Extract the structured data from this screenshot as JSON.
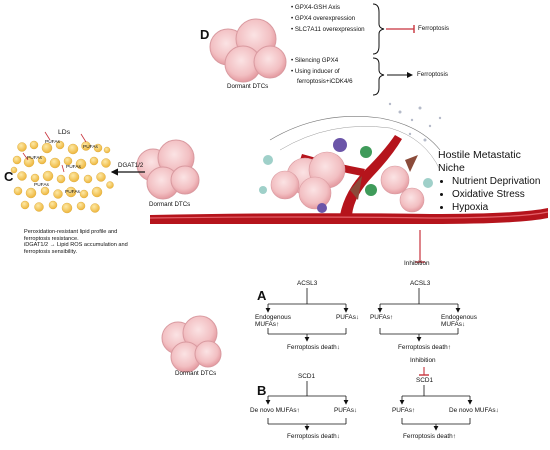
{
  "panels": {
    "a": "A",
    "b": "B",
    "c": "C",
    "d": "D"
  },
  "dormant_dtcs": "Dormant DTCs",
  "panel_d": {
    "top_items": [
      "GPX4-GSH Axis",
      "GPX4 overexpression",
      "SLC7A11 overexpression"
    ],
    "top_outcome": "Ferroptosis",
    "bottom_items": [
      "Silencing GPX4",
      "Using inducer of",
      "ferroptosis+iCDK4/6"
    ],
    "bottom_outcome": "Ferroptosis"
  },
  "panel_c": {
    "lds_label": "LDs",
    "pufa": "PUFAs",
    "dgat": "DGAT1/2",
    "caption_1": "Peroxidation-resistant lipid profile and ferroptosis resistance.",
    "caption_2": "iDGAT1/2 → Lipid ROS accumulation and ferroptosis sensibility."
  },
  "niche": {
    "title": "Hostile Metastatic Niche",
    "items": [
      "Nutrient Deprivation",
      "Oxidative Stress",
      "Hypoxia"
    ]
  },
  "panel_a": {
    "left": {
      "enzyme": "ACSL3",
      "branch_left_1": "Endogenous",
      "branch_left_2": "MUFAs",
      "arrow_up": "↑",
      "branch_right": "PUFAs",
      "arrow_down": "↓",
      "outcome": "Ferroptosis death",
      "outcome_arrow": "↓"
    },
    "right": {
      "inhibition": "Inhibition",
      "enzyme": "ACSL3",
      "branch_left": "PUFAs",
      "arrow_up": "↑",
      "branch_right_1": "Endogenous",
      "branch_right_2": "MUFAs",
      "arrow_down": "↓",
      "outcome": "Ferroptosis death",
      "outcome_arrow": "↑"
    }
  },
  "panel_b": {
    "left": {
      "enzyme": "SCD1",
      "branch_left": "De novo MUFAs",
      "arrow_up": "↑",
      "branch_right": "PUFAs",
      "arrow_down": "↓",
      "outcome": "Ferroptosis death",
      "outcome_arrow": "↓"
    },
    "right": {
      "inhibition": "Inhibition",
      "enzyme": "SCD1",
      "branch_left": "PUFAs",
      "arrow_up": "↑",
      "branch_right": "De novo MUFAs",
      "arrow_down": "↓",
      "outcome": "Ferroptosis death",
      "outcome_arrow": "↑"
    }
  },
  "colors": {
    "cell": "#f2c4c6",
    "cell_edge": "#d99aa0",
    "vessel": "#b5141c",
    "arrow_red": "#c8323c",
    "ld": "#f3c553"
  }
}
